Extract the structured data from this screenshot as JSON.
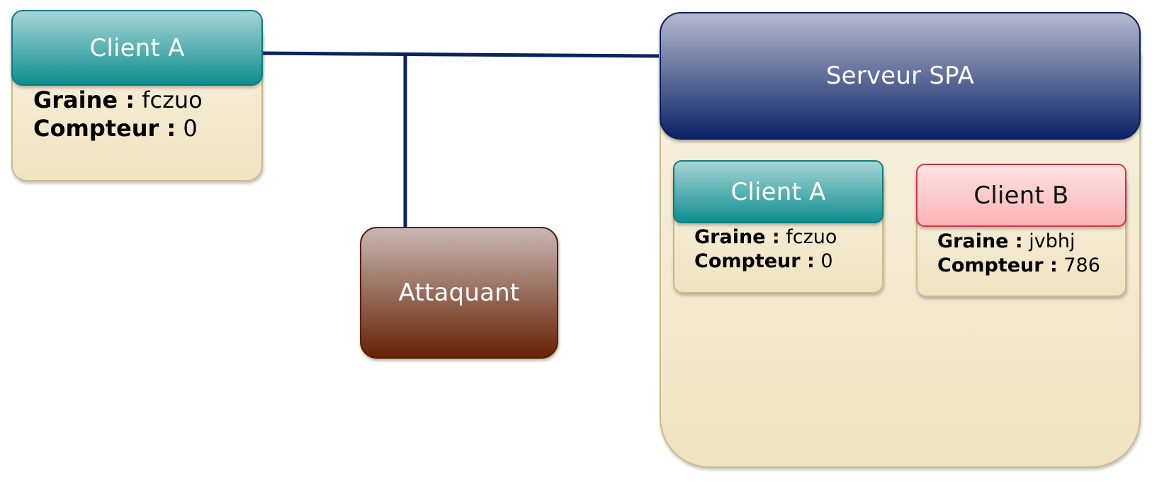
{
  "client_a_local": {
    "title": "Client A",
    "seed_label": "Graine :",
    "seed_value": "fczuo",
    "counter_label": "Compteur :",
    "counter_value": "0"
  },
  "attacker": {
    "title": "Attaquant"
  },
  "server": {
    "title": "Serveur SPA",
    "clients": [
      {
        "title": "Client A",
        "seed_label": "Graine :",
        "seed_value": "fczuo",
        "counter_label": "Compteur :",
        "counter_value": "0"
      },
      {
        "title": "Client B",
        "seed_label": "Graine :",
        "seed_value": "jvbhj",
        "counter_label": "Compteur :",
        "counter_value": "786"
      }
    ]
  },
  "colors": {
    "teal": "#0f8e8f",
    "navy": "#0b2266",
    "brown": "#662204",
    "pink": "#fbb3b6",
    "cream": "#f3e8cc",
    "wire": "#0a2260"
  }
}
